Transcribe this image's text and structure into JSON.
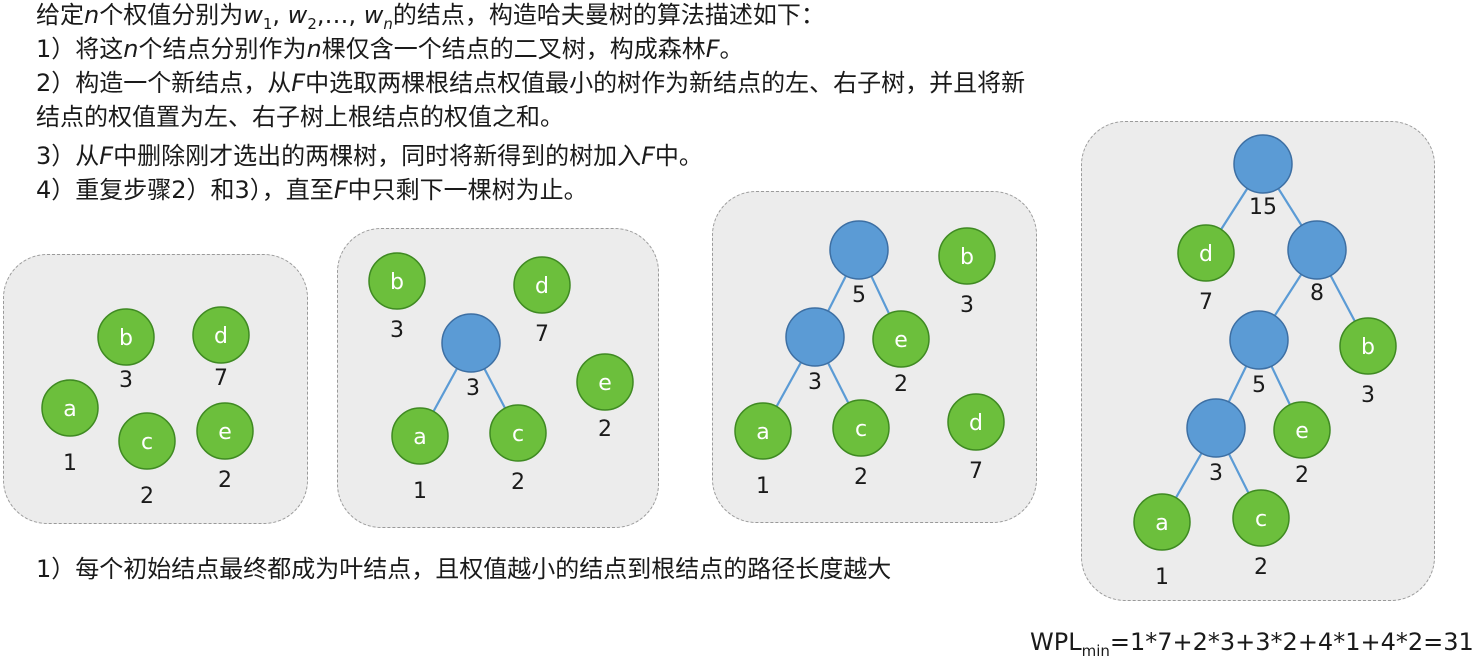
{
  "text": {
    "l0": {
      "a": "给定",
      "n": "n",
      "b": "个权值分别为",
      "w": "w",
      "s1": "1",
      "c1": ", ",
      "w2": "w",
      "s2": "2",
      "c2": ",…, ",
      "wn": "w",
      "sn": "n",
      "d": "的结点，构造哈夫曼树的算法描述如下："
    },
    "l1": {
      "a": "1）将这",
      "n": "n",
      "b": "个结点分别作为",
      "n2": "n",
      "c": "棵仅含一个结点的二叉树，构成森林",
      "f": "F",
      "d": "。"
    },
    "l2": {
      "a": "2）构造一个新结点，从",
      "f": "F",
      "b": "中选取两棵根结点权值最小的树作为新结点的左、右子树，并且将新"
    },
    "l3": {
      "a": "结点的权值置为左、右子树上根结点的权值之和。"
    },
    "l4": {
      "a": "3）从",
      "f": "F",
      "b": "中删除刚才选出的两棵树，同时将新得到的树加入",
      "f2": "F",
      "c": "中。"
    },
    "l5": {
      "a": "4）重复步骤2）和3），直至",
      "f": "F",
      "b": "中只剩下一棵树为止。"
    }
  },
  "conclusion": "1）每个初始结点最终都成为叶结点，且权值越小的结点到根结点的路径长度越大",
  "wpl": {
    "main": "WPL",
    "sub": "min",
    "rest": "=1*7+2*3+3*2+4*1+4*2=31"
  },
  "colors": {
    "leaf": "#6cbf3c",
    "internal": "#5b9bd5",
    "panel": "#ececec"
  },
  "panels": [
    {
      "nodes": [
        {
          "id": "p1-b",
          "label": "b",
          "weight": "3",
          "kind": "leaf"
        },
        {
          "id": "p1-d",
          "label": "d",
          "weight": "7",
          "kind": "leaf"
        },
        {
          "id": "p1-a",
          "label": "a",
          "weight": "1",
          "kind": "leaf"
        },
        {
          "id": "p1-c",
          "label": "c",
          "weight": "2",
          "kind": "leaf"
        },
        {
          "id": "p1-e",
          "label": "e",
          "weight": "2",
          "kind": "leaf"
        }
      ],
      "edges": []
    },
    {
      "nodes": [
        {
          "id": "p2-b",
          "label": "b",
          "weight": "3",
          "kind": "leaf"
        },
        {
          "id": "p2-d",
          "label": "d",
          "weight": "7",
          "kind": "leaf"
        },
        {
          "id": "p2-n3",
          "label": "",
          "weight": "3",
          "kind": "internal"
        },
        {
          "id": "p2-e",
          "label": "e",
          "weight": "2",
          "kind": "leaf"
        },
        {
          "id": "p2-a",
          "label": "a",
          "weight": "1",
          "kind": "leaf"
        },
        {
          "id": "p2-c",
          "label": "c",
          "weight": "2",
          "kind": "leaf"
        }
      ],
      "edges": [
        [
          "p2-n3",
          "p2-a"
        ],
        [
          "p2-n3",
          "p2-c"
        ]
      ]
    },
    {
      "nodes": [
        {
          "id": "p3-n5",
          "label": "",
          "weight": "5",
          "kind": "internal"
        },
        {
          "id": "p3-b",
          "label": "b",
          "weight": "3",
          "kind": "leaf"
        },
        {
          "id": "p3-n3",
          "label": "",
          "weight": "3",
          "kind": "internal"
        },
        {
          "id": "p3-e",
          "label": "e",
          "weight": "2",
          "kind": "leaf"
        },
        {
          "id": "p3-a",
          "label": "a",
          "weight": "1",
          "kind": "leaf"
        },
        {
          "id": "p3-c",
          "label": "c",
          "weight": "2",
          "kind": "leaf"
        },
        {
          "id": "p3-d",
          "label": "d",
          "weight": "7",
          "kind": "leaf"
        }
      ],
      "edges": [
        [
          "p3-n5",
          "p3-n3"
        ],
        [
          "p3-n5",
          "p3-e"
        ],
        [
          "p3-n3",
          "p3-a"
        ],
        [
          "p3-n3",
          "p3-c"
        ]
      ]
    },
    {
      "nodes": [
        {
          "id": "p4-n15",
          "label": "",
          "weight": "15",
          "kind": "internal"
        },
        {
          "id": "p4-d",
          "label": "d",
          "weight": "7",
          "kind": "leaf"
        },
        {
          "id": "p4-n8",
          "label": "",
          "weight": "8",
          "kind": "internal"
        },
        {
          "id": "p4-n5",
          "label": "",
          "weight": "5",
          "kind": "internal"
        },
        {
          "id": "p4-b",
          "label": "b",
          "weight": "3",
          "kind": "leaf"
        },
        {
          "id": "p4-n3",
          "label": "",
          "weight": "3",
          "kind": "internal"
        },
        {
          "id": "p4-e",
          "label": "e",
          "weight": "2",
          "kind": "leaf"
        },
        {
          "id": "p4-a",
          "label": "a",
          "weight": "1",
          "kind": "leaf"
        },
        {
          "id": "p4-c",
          "label": "c",
          "weight": "2",
          "kind": "leaf"
        }
      ],
      "edges": [
        [
          "p4-n15",
          "p4-d"
        ],
        [
          "p4-n15",
          "p4-n8"
        ],
        [
          "p4-n8",
          "p4-n5"
        ],
        [
          "p4-n8",
          "p4-b"
        ],
        [
          "p4-n5",
          "p4-n3"
        ],
        [
          "p4-n5",
          "p4-e"
        ],
        [
          "p4-n3",
          "p4-a"
        ],
        [
          "p4-n3",
          "p4-c"
        ]
      ]
    }
  ]
}
